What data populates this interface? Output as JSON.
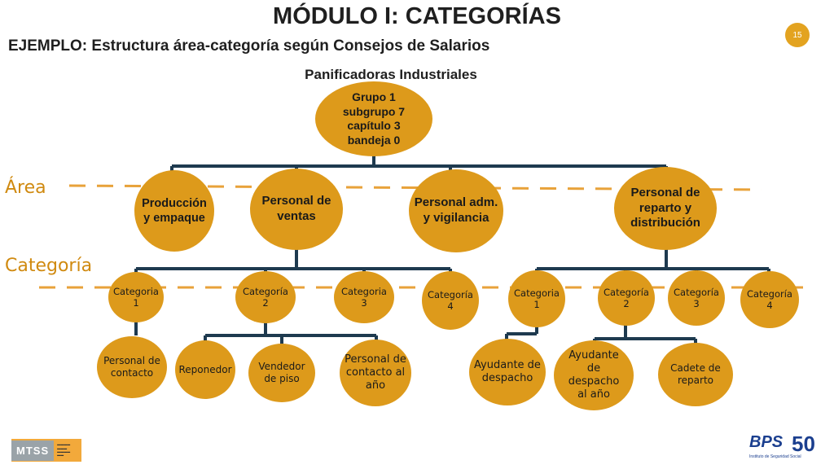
{
  "title": "MÓDULO I: CATEGORÍAS",
  "subtitle": "EJEMPLO: Estructura área-categoría según Consejos de Salarios",
  "heading": "Panificadoras Industriales",
  "page_number": "15",
  "labels": {
    "area": "Área",
    "categoria": "Categoría"
  },
  "root": {
    "lines": [
      "Grupo 1",
      "subgrupo 7",
      "capítulo 3",
      "bandeja 0"
    ]
  },
  "areas": {
    "produccion": "Producción y empaque",
    "ventas": "Personal de ventas",
    "adm": "Personal adm. y vigilancia",
    "reparto": "Personal de reparto y distribución"
  },
  "categories": {
    "v1": "Categoria 1",
    "v2": "Categoría 2",
    "v3": "Categoria 3",
    "v4": "Categoría 4",
    "r1": "Categoria 1",
    "r2": "Categoría 2",
    "r3": "Categoría 3",
    "r4": "Categoría 4"
  },
  "roles": {
    "personal_contacto": "Personal de contacto",
    "reponedor": "Reponedor",
    "vendedor_piso": "Vendedor de piso",
    "personal_contacto_ano": "Personal de contacto al año",
    "ayudante_despacho": "Ayudante de despacho",
    "ayudante_despacho_ano": "Ayudante de despacho al año",
    "cadete_reparto": "Cadete de reparto"
  },
  "logos": {
    "mtss": "MTSS",
    "bps": "BPS",
    "bps_anniversary": "50",
    "bps_sub": "Instituto de Seguridad Social"
  },
  "colors": {
    "node_fill": "#DD9A1B",
    "dash": "#E8A23A",
    "connector": "#1e3a4f",
    "accent": "#D08A10"
  }
}
